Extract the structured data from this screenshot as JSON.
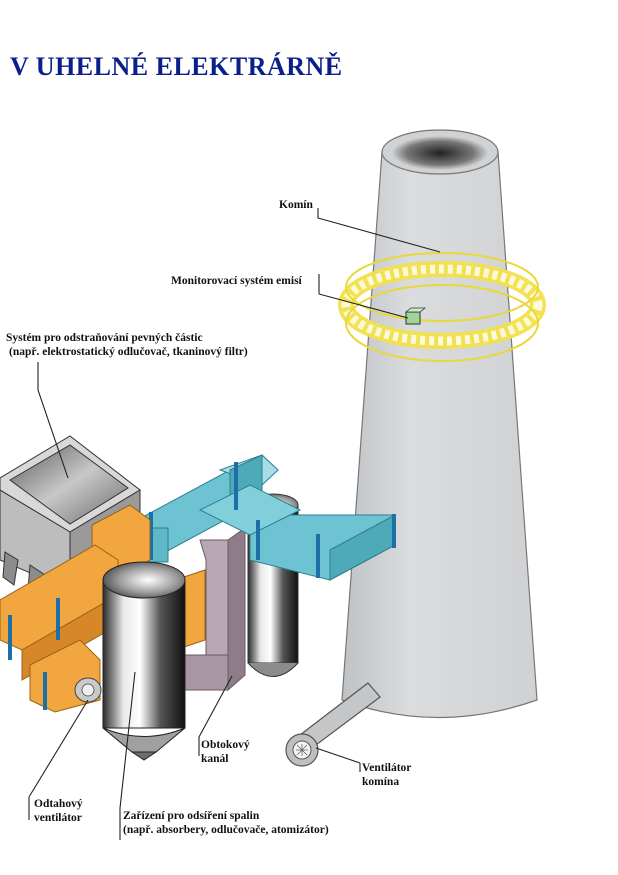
{
  "title": "V UHELNÉ ELEKTRÁRNĚ",
  "labels": {
    "chimney": "Komín",
    "emissions_monitoring": "Monitorovací systém emisí",
    "particulate_line1": "Systém pro odstraňování pevných částic",
    "particulate_line2": "(např. elektrostatický odlučovač,  tkaninový filtr)",
    "bypass_line1": "Obtokový",
    "bypass_line2": "kanál",
    "stack_fan_line1": "Ventilátor",
    "stack_fan_line2": "komína",
    "exhaust_fan_line1": "Odtahový",
    "exhaust_fan_line2": "ventilátor",
    "desulfurization_line1": "Zařízení pro odsíření spalin",
    "desulfurization_line2": "(např. absorbery, odlučovače, atomizátor)"
  },
  "colors": {
    "title": "#0b1f8a",
    "chimney": "#d4d6d8",
    "walkway": "#f2e24a",
    "duct_blue": "#6ec3d2",
    "duct_orange": "#f2a640",
    "bypass": "#b9a8b4",
    "flange": "#1d6fa8"
  }
}
